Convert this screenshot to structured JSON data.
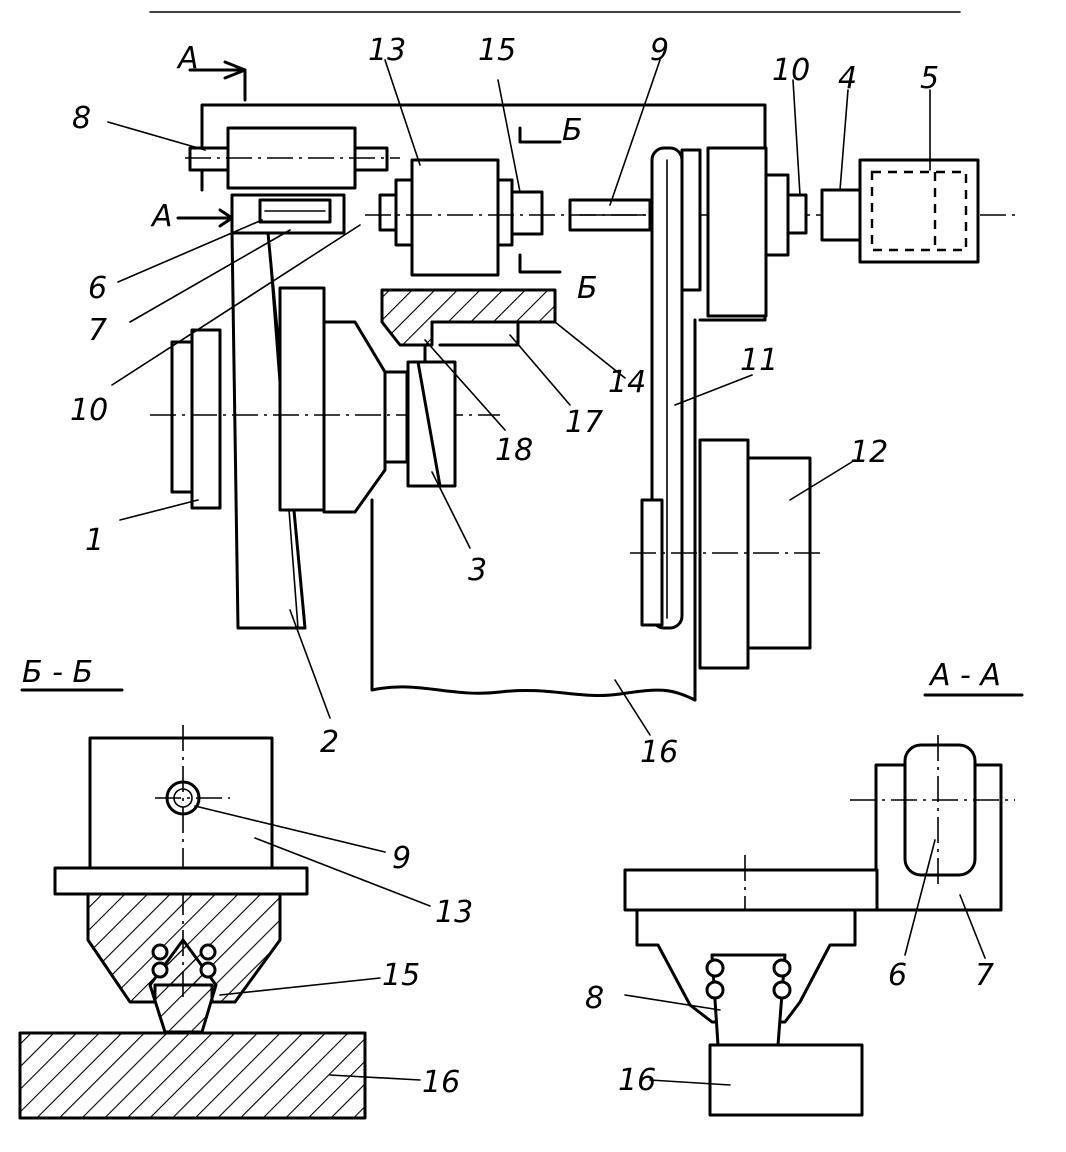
{
  "labels": {
    "n1": "1",
    "n2": "2",
    "n3": "3",
    "n4": "4",
    "n5": "5",
    "n6": "6",
    "n7": "7",
    "n8": "8",
    "n9": "9",
    "n10": "10",
    "n11": "11",
    "n12": "12",
    "n13": "13",
    "n14": "14",
    "n15": "15",
    "n16": "16",
    "n17": "17",
    "n18": "18"
  },
  "section_markers": {
    "a": "А",
    "b": "Б"
  },
  "section_titles": {
    "bb": "Б - Б",
    "aa": "А - А"
  },
  "colors": {
    "ink": "#000000",
    "paper": "#ffffff"
  }
}
